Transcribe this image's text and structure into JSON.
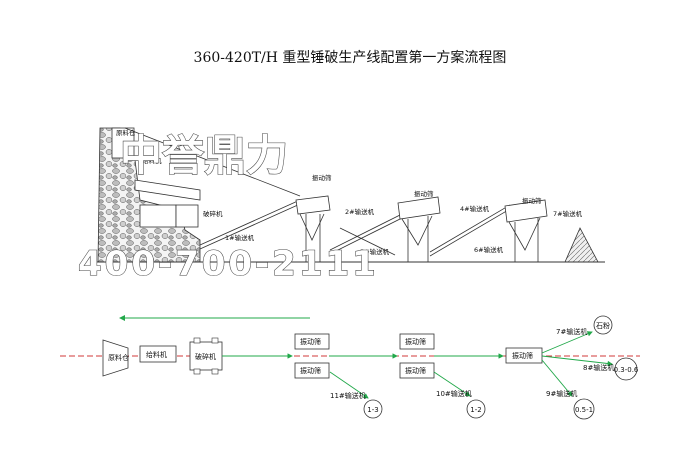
{
  "title": "360-420T/H  重型锤破生产线配置第一方案流程图",
  "watermark": {
    "brand": "中誉鼎力",
    "phone": "400-700-2111"
  },
  "elevation": {
    "labels": {
      "bin": "原料仓",
      "feeder": "给料机",
      "crusher": "破碎机",
      "conv1": "1#输送机",
      "conv2": "2#输送机",
      "screen_a": "振动筛",
      "conv5": "5#输送机",
      "conv4": "4#输送机",
      "screen_b": "振动筛",
      "conv6": "6#输送机",
      "conv7": "7#输送机",
      "screen_c": "振动筛"
    }
  },
  "plan": {
    "raw_bin": "原料仓",
    "feeder": "给料机",
    "crusher": "破碎机",
    "screen1_top": "振动筛",
    "screen1_bot": "振动筛",
    "screen2_top": "振动筛",
    "screen2_bot": "振动筛",
    "screen3": "振动筛",
    "conv11": "11#输送机",
    "conv10": "10#输送机",
    "conv9": "9#输送机",
    "conv7": "7#输送机",
    "conv8": "8#输送机",
    "out_1_3": "1-3",
    "out_1_2": "1-2",
    "out_stone_powder": "石粉",
    "out_03_06": "0.3-0.6",
    "out_05_1": "0.5-1"
  },
  "colors": {
    "flow_green": "#22a84a",
    "centerline_red": "#d23a3a",
    "line": "#333333"
  }
}
